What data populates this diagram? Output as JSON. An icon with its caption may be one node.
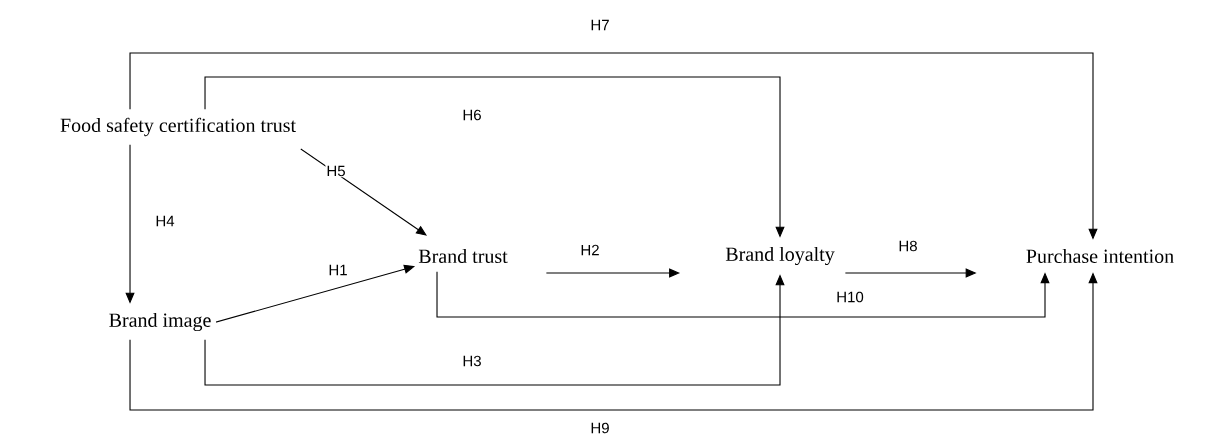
{
  "diagram": {
    "nodes": [
      {
        "text": [
          "Food safety certification trust"
        ]
      },
      {
        "text": [
          "Brand trust"
        ]
      },
      {
        "text": [
          "Brand loyalty"
        ]
      },
      {
        "text": [
          "Purchase intention"
        ]
      },
      {
        "text": [
          "Brand image"
        ]
      }
    ],
    "edges": [
      {
        "from": 4,
        "to": 1,
        "arrow": "to",
        "label": "H1"
      },
      {
        "from": 1,
        "to": 2,
        "arrow": "to",
        "label": "H2"
      },
      {
        "from": 4,
        "to": 2,
        "arrow": "to",
        "label": "H3"
      },
      {
        "from": 0,
        "to": 4,
        "arrow": "to",
        "label": "H4"
      },
      {
        "from": 0,
        "to": 1,
        "arrow": "to",
        "label": "H5"
      },
      {
        "from": 0,
        "to": 2,
        "arrow": "to",
        "label": "H6"
      },
      {
        "from": 0,
        "to": 3,
        "arrow": "to",
        "label": "H7"
      },
      {
        "from": 2,
        "to": 3,
        "arrow": "to",
        "label": "H8"
      },
      {
        "from": 4,
        "to": 3,
        "arrow": "to",
        "label": "H9"
      },
      {
        "from": 1,
        "to": 3,
        "arrow": "to",
        "label": "H10"
      }
    ]
  }
}
